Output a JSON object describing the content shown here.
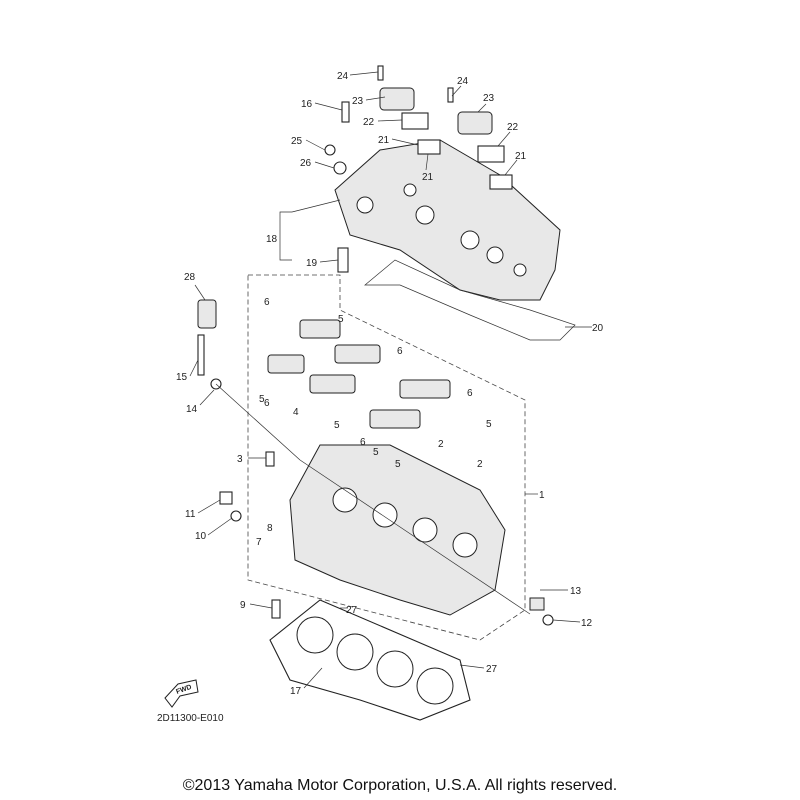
{
  "diagram_code": "2D11300-E010",
  "fwd_logo_text": "FWD",
  "copyright": "©2013 Yamaha Motor Corporation, U.S.A. All rights reserved.",
  "callouts": [
    "24",
    "23",
    "16",
    "22",
    "25",
    "26",
    "21",
    "21",
    "24",
    "23",
    "22",
    "21",
    "18",
    "19",
    "20",
    "28",
    "6",
    "5",
    "6",
    "15",
    "14",
    "5",
    "6",
    "4",
    "6",
    "5",
    "3",
    "5",
    "6",
    "5",
    "5",
    "2",
    "2",
    "1",
    "11",
    "10",
    "8",
    "7",
    "9",
    "27",
    "13",
    "12",
    "27",
    "17"
  ]
}
